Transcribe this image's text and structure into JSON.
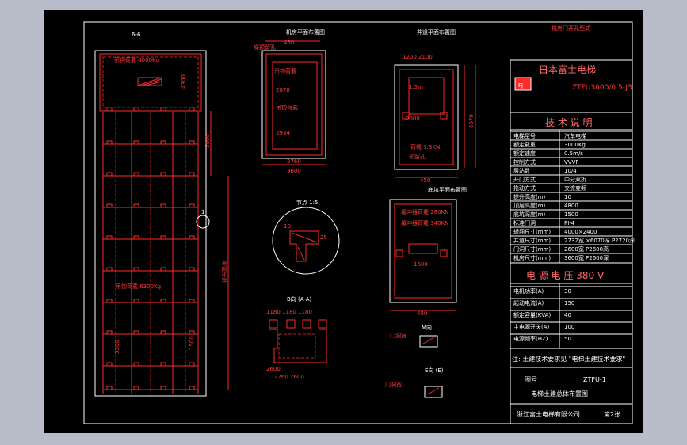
{
  "colors": {
    "background": "#b8bcc8",
    "sheet": "#000000",
    "line_red": "#ff2a2a",
    "line_white": "#ffffff"
  },
  "views": {
    "top_left": "6-6",
    "plan_machine_room": "机房平面布置图",
    "plan_hoistway": "井道平面布置图",
    "plan_pit": "底坑平面布置图",
    "detail": "节点 1:5",
    "section_bb": "B向 (A-A)",
    "section_m": "M向",
    "section_n": "E向 (E)",
    "hook_load_1": "吊钩荷载 4000Kg",
    "hook_load_2": "吊钩荷载 6300Kg",
    "dim_1200": "1200 2100",
    "dim_2934": "2934",
    "dim_2878": "2878",
    "dim_2760": "2760",
    "dim_2600": "2600",
    "dim_5000": "5000",
    "dim_4300": "4300",
    "dim_5300": "5300",
    "opening_note": "机房门开孔型式"
  },
  "title_block": {
    "company": "日本富士电梯",
    "model": "ZTFU3000/0.5-J3",
    "spec_heading": "技 术 说 明",
    "specs": [
      {
        "label": "电梯型号",
        "value": "汽车电梯"
      },
      {
        "label": "额定载重",
        "value": "3000Kg"
      },
      {
        "label": "额定速度",
        "value": "0.5m/s"
      },
      {
        "label": "控制方式",
        "value": "VVVF"
      },
      {
        "label": "层站数",
        "value": "10/4"
      },
      {
        "label": "开门方式",
        "value": "中分双折"
      },
      {
        "label": "拖动方式",
        "value": "交流变频"
      },
      {
        "label": "提升高度(m)",
        "value": "10"
      },
      {
        "label": "顶层高度(m)",
        "value": "4800"
      },
      {
        "label": "底坑深度(m)",
        "value": "1500"
      },
      {
        "label": "标准门洞",
        "value": "PI-4"
      },
      {
        "label": "轿厢尺寸(mm)",
        "value": "4000×2400"
      },
      {
        "label": "井道尺寸(mm)",
        "value": "2732宽 ×6070深 P2720深"
      },
      {
        "label": "门洞尺寸(mm)",
        "value": "2600宽 P2600高"
      },
      {
        "label": "机房尺寸(mm)",
        "value": "3600宽 P2600深"
      }
    ],
    "power_heading": "电 源 电 压  380 V",
    "power": [
      {
        "label": "电机功率(A)",
        "value": "30"
      },
      {
        "label": "起动电流(A)",
        "value": "150"
      },
      {
        "label": "额定容量(KVA)",
        "value": "40"
      },
      {
        "label": "主电源开关(A)",
        "value": "100"
      },
      {
        "label": "电源频率(HZ)",
        "value": "50"
      }
    ],
    "note": "注: 土建技术要求见 \"电梯土建技术要求\"",
    "drawing_label": "图号",
    "drawing_no": "ZTFU-1",
    "drawing_title": "电梯土建总体布置图",
    "footer_company": "浙江富士电梯有限公司",
    "sheet": "第2张"
  }
}
